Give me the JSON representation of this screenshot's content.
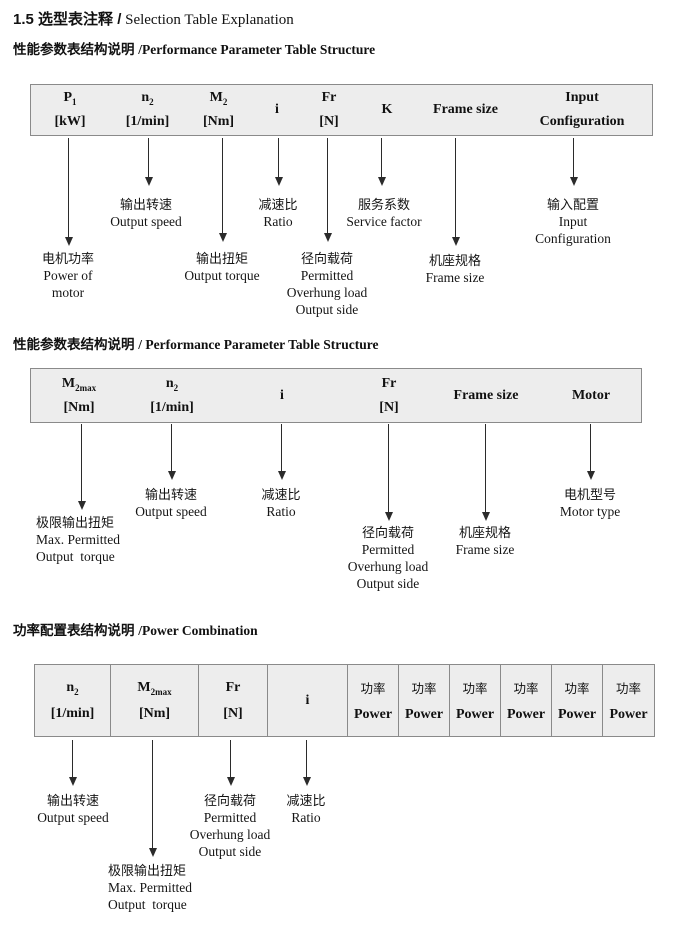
{
  "colors": {
    "table_bg": "#ededed",
    "table_border": "#8a8a8a",
    "text": "#111111",
    "arrow": "#2b2b2b"
  },
  "title": {
    "zh": "1.5 选型表注释 /",
    "en": " Selection Table Explanation"
  },
  "sections": {
    "s1": {
      "heading_zh": "性能参数表结构说明 ",
      "heading_en": "/Performance Parameter Table Structure",
      "table": {
        "c0": {
          "sym": "P",
          "sub": "1",
          "unit": "[kW]"
        },
        "c1": {
          "sym": "n",
          "sub": "2",
          "unit": "[1/min]"
        },
        "c2": {
          "sym": "M",
          "sub": "2",
          "unit": "[Nm]"
        },
        "c3": {
          "sym": "i"
        },
        "c4": {
          "sym": "Fr",
          "unit": "[N]"
        },
        "c5": {
          "sym": "K"
        },
        "c6": {
          "sym": "Frame size"
        },
        "c7": {
          "sym": "Input",
          "unit": "Configuration"
        }
      },
      "callouts": {
        "output_speed": {
          "l0": "输出转速",
          "l1": "Output speed"
        },
        "ratio": {
          "l0": "减速比",
          "l1": "Ratio"
        },
        "service_factor": {
          "l0": "服务系数",
          "l1": "Service factor"
        },
        "input_config": {
          "l0": "输入配置",
          "l1": "Input",
          "l2": "Configuration"
        },
        "motor_power": {
          "l0": "电机功率",
          "l1": "Power of",
          "l2": "motor"
        },
        "output_torque": {
          "l0": "输出扭矩",
          "l1": "Output torque"
        },
        "overhung_load": {
          "l0": "径向载荷",
          "l1": "Permitted",
          "l2": "Overhung load",
          "l3": "Output side"
        },
        "frame_size": {
          "l0": "机座规格",
          "l1": "Frame size"
        }
      }
    },
    "s2": {
      "heading_zh": "性能参数表结构说明 ",
      "heading_en": "/ Performance Parameter Table Structure",
      "table": {
        "c0": {
          "sym": "M",
          "sub": "2max",
          "unit": "[Nm]"
        },
        "c1": {
          "sym": "n",
          "sub": "2",
          "unit": "[1/min]"
        },
        "c2": {
          "sym": "i"
        },
        "c3": {
          "sym": "Fr",
          "unit": "[N]"
        },
        "c4": {
          "sym": "Frame size"
        },
        "c5": {
          "sym": "Motor"
        }
      },
      "callouts": {
        "max_torque": {
          "l0": "极限输出扭矩",
          "l1": "Max. Permitted",
          "l2": "Output  torque"
        },
        "output_speed": {
          "l0": "输出转速",
          "l1": "Output speed"
        },
        "ratio": {
          "l0": "减速比",
          "l1": "Ratio"
        },
        "overhung_load": {
          "l0": "径向载荷",
          "l1": "Permitted",
          "l2": "Overhung load",
          "l3": "Output side"
        },
        "frame_size": {
          "l0": "机座规格",
          "l1": "Frame size"
        },
        "motor_type": {
          "l0": "电机型号",
          "l1": "Motor type"
        }
      }
    },
    "s3": {
      "heading_zh": "功率配置表结构说明 ",
      "heading_en": "/Power Combination",
      "table": {
        "c0": {
          "sym": "n",
          "sub": "2",
          "unit": "[1/min]"
        },
        "c1": {
          "sym": "M",
          "sub": "2max",
          "unit": "[Nm]"
        },
        "c2": {
          "sym": "Fr",
          "unit": "[N]"
        },
        "c3": {
          "sym": "i"
        },
        "power": {
          "zh": "功率",
          "en": "Power"
        }
      },
      "callouts": {
        "output_speed": {
          "l0": "输出转速",
          "l1": "Output speed"
        },
        "max_torque": {
          "l0": "极限输出扭矩",
          "l1": "Max. Permitted",
          "l2": "Output  torque"
        },
        "overhung_load": {
          "l0": "径向载荷",
          "l1": "Permitted",
          "l2": "Overhung load",
          "l3": "Output side"
        },
        "ratio": {
          "l0": "减速比",
          "l1": "Ratio"
        }
      }
    }
  }
}
